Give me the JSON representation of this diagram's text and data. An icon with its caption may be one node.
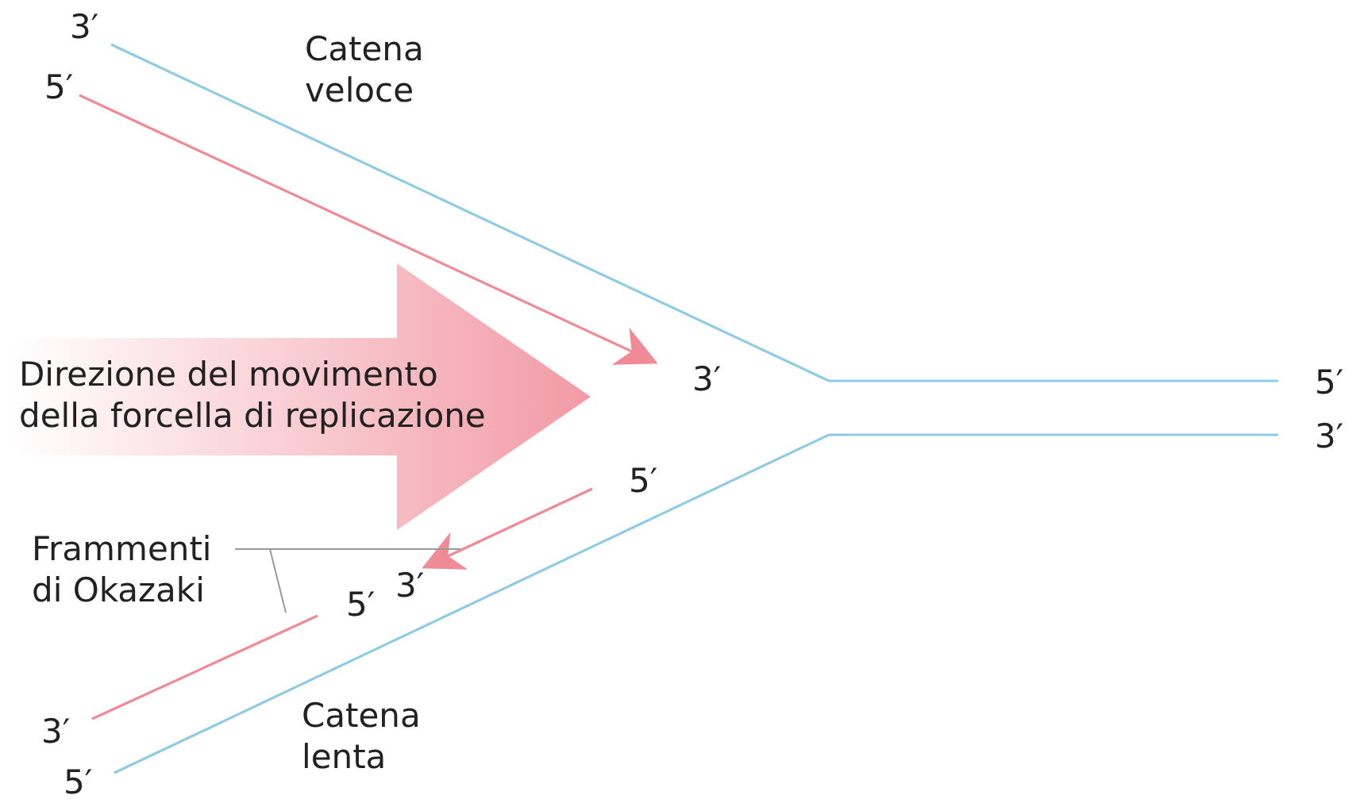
{
  "diagram": {
    "nodes": [
      {
        "text": [
          "Direzione del movimento della forcella di replicazione"
        ]
      },
      {
        "text": [
          "Frammenti di Okazaki"
        ]
      },
      {
        "text": [],
        "shape": "line"
      },
      {
        "text": [],
        "shape": "line"
      }
    ],
    "edges": [
      {
        "from": 1,
        "to": 2,
        "arrow": "none"
      },
      {
        "from": 1,
        "to": 3,
        "arrow": "none"
      }
    ],
    "labels": [
      "3′",
      "5′",
      "Catena veloce",
      "3′",
      "5′",
      "3′",
      "5′",
      "3′",
      "5′",
      "3′",
      "Catena lenta",
      "5′"
    ]
  }
}
